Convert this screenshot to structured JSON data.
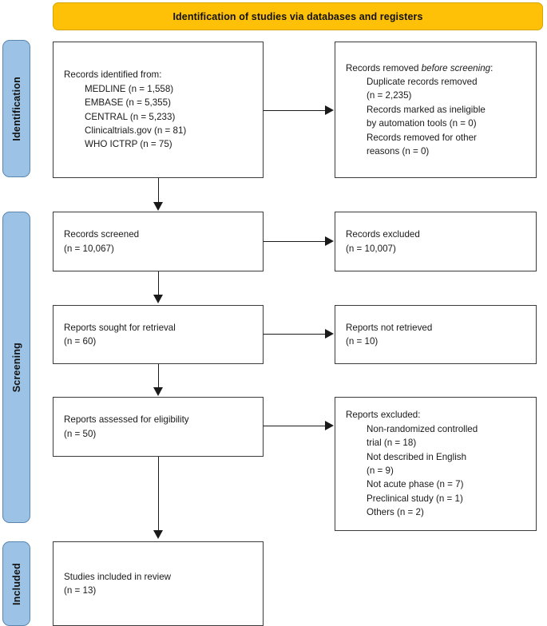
{
  "banner": {
    "title": "Identification of studies via databases and registers"
  },
  "stages": [
    {
      "label": "Identification"
    },
    {
      "label": "Screening"
    },
    {
      "label": "Included"
    }
  ],
  "boxes": {
    "identified": {
      "lead": "Records identified from:",
      "items": [
        "MEDLINE (n = 1,558)",
        "EMBASE (n = 5,355)",
        "CENTRAL (n = 5,233)",
        "Clinicaltrials.gov (n = 81)",
        "WHO ICTRP (n = 75)"
      ]
    },
    "removed_before_screening": {
      "lead_pre": "Records removed ",
      "lead_em": "before screening",
      "lead_post": ":",
      "items": [
        "Duplicate records removed",
        "(n = 2,235)",
        "Records marked as ineligible",
        "by automation tools (n = 0)",
        "Records removed for other",
        "reasons (n = 0)"
      ]
    },
    "records_screened": {
      "lead": "Records screened",
      "count": "(n = 10,067)"
    },
    "records_excluded": {
      "lead": "Records excluded",
      "count": "(n = 10,007)"
    },
    "reports_sought": {
      "lead": "Reports sought for retrieval",
      "count": "(n = 60)"
    },
    "reports_not_retrieved": {
      "lead": "Reports not retrieved",
      "count": "(n = 10)"
    },
    "reports_assessed": {
      "lead": "Reports assessed for eligibility",
      "count": "(n = 50)"
    },
    "reports_excluded": {
      "lead": "Reports excluded:",
      "items": [
        "Non-randomized controlled",
        "trial (n = 18)",
        "Not described in English",
        "(n = 9)",
        "Not acute phase (n = 7)",
        "Preclinical study (n = 1)",
        "Others (n = 2)"
      ]
    },
    "studies_included": {
      "lead": "Studies included in review",
      "count": "(n = 13)"
    }
  },
  "colors": {
    "banner_fill": "#FFC107",
    "stage_fill": "#9CC3E5",
    "box_border": "#3b3b3b",
    "arrow": "#1a1a1a"
  }
}
